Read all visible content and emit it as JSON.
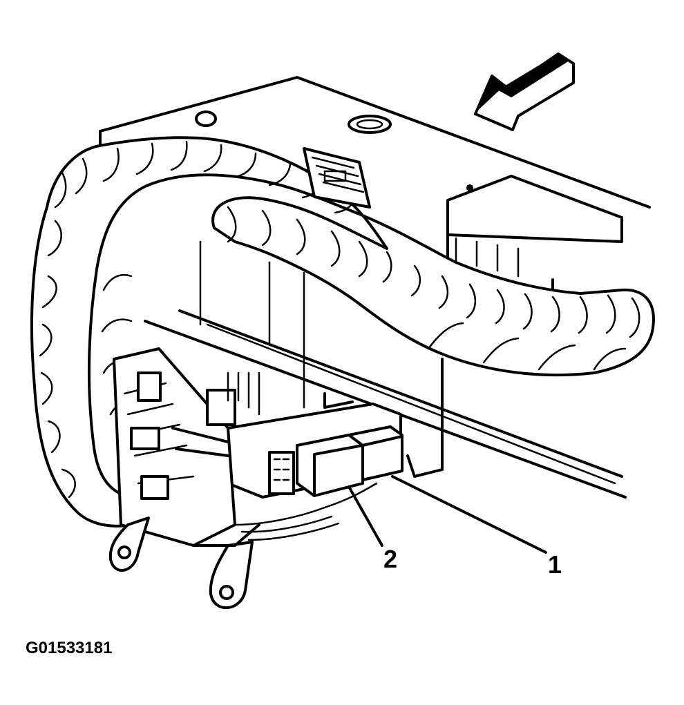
{
  "figure": {
    "callouts": [
      {
        "label": "1",
        "target": "relay-bracket"
      },
      {
        "label": "2",
        "target": "relay"
      }
    ],
    "figure_id": "G01533181",
    "direction_arrow": "arrow-icon"
  }
}
